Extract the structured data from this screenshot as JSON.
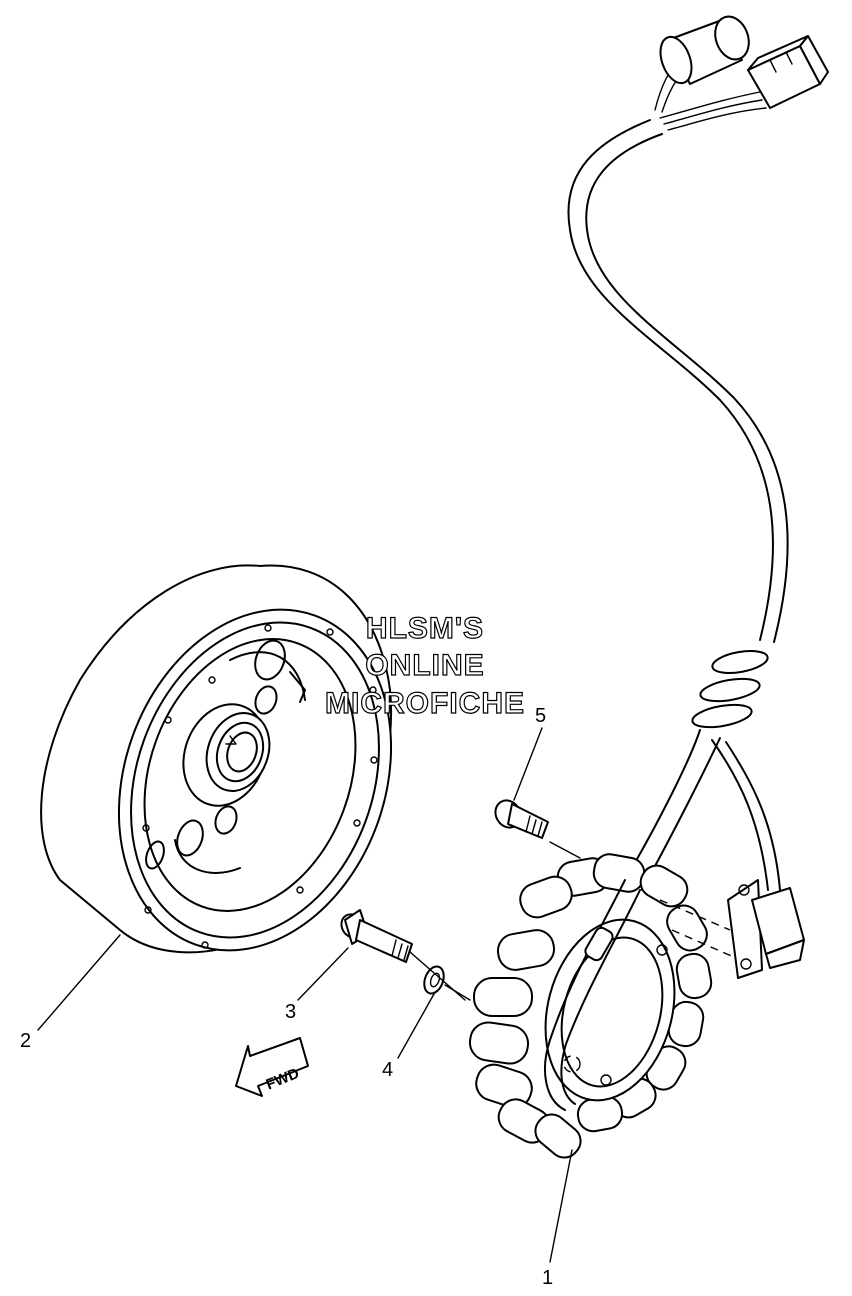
{
  "watermark": {
    "line1": "HLSM'S",
    "line2": "ONLINE",
    "line3": "MICROFICHE"
  },
  "callouts": {
    "stator": "1",
    "rotor": "2",
    "bolt": "3",
    "washer": "4",
    "screw": "5"
  },
  "fwd_label": "FWD"
}
